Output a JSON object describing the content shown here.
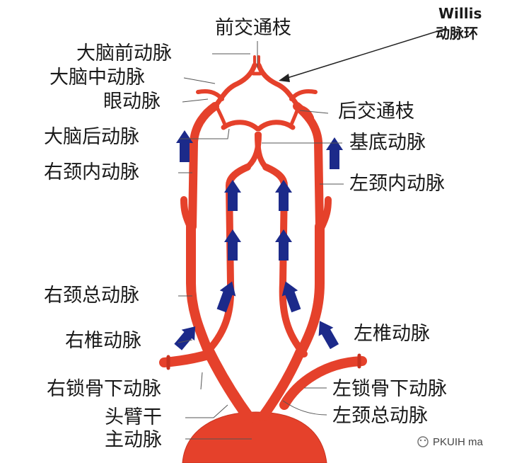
{
  "labels": {
    "anterior_communicating": "前交通枝",
    "willis_line1": "Willis",
    "willis_line2": "动脉环",
    "anterior_cerebral": "大脑前动脉",
    "middle_cerebral": "大脑中动脉",
    "ophthalmic": "眼动脉",
    "posterior_communicating": "后交通枝",
    "posterior_cerebral": "大脑后动脉",
    "basilar": "基底动脉",
    "right_internal_carotid": "右颈内动脉",
    "left_internal_carotid": "左颈内动脉",
    "right_common_carotid": "右颈总动脉",
    "right_vertebral": "右椎动脉",
    "left_vertebral": "左椎动脉",
    "right_subclavian": "右锁骨下动脉",
    "left_subclavian": "左锁骨下动脉",
    "brachiocephalic": "头臂干",
    "left_common_carotid": "左颈总动脉",
    "aorta": "主动脉"
  },
  "watermark": "PKUIH ma",
  "colors": {
    "artery": "#e5412b",
    "artery_dark": "#c8321f",
    "flow_arrow": "#1c2a8a",
    "leader_line": "#555555"
  }
}
